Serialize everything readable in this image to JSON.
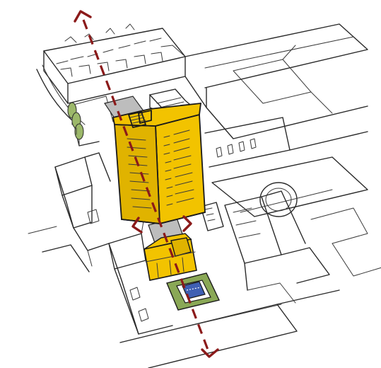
{
  "colors": {
    "tower_yellow": "#f2c300",
    "tower_yellow_shade": "#d9a900",
    "axis_red": "#8b1a1a",
    "paving_grey": "#bdbdbd",
    "garden_green": "#8aa856",
    "pool_blue": "#3f5fb3",
    "tree_green": "#9cb86a",
    "ink": "#2a2a2a"
  },
  "elements": {
    "axis": "north-south-axis",
    "tower": "yellow-tower",
    "podium": "yellow-podium",
    "garden": "green-garden-court",
    "pool": "blue-pool",
    "plazas": "grey-paved-plazas"
  }
}
